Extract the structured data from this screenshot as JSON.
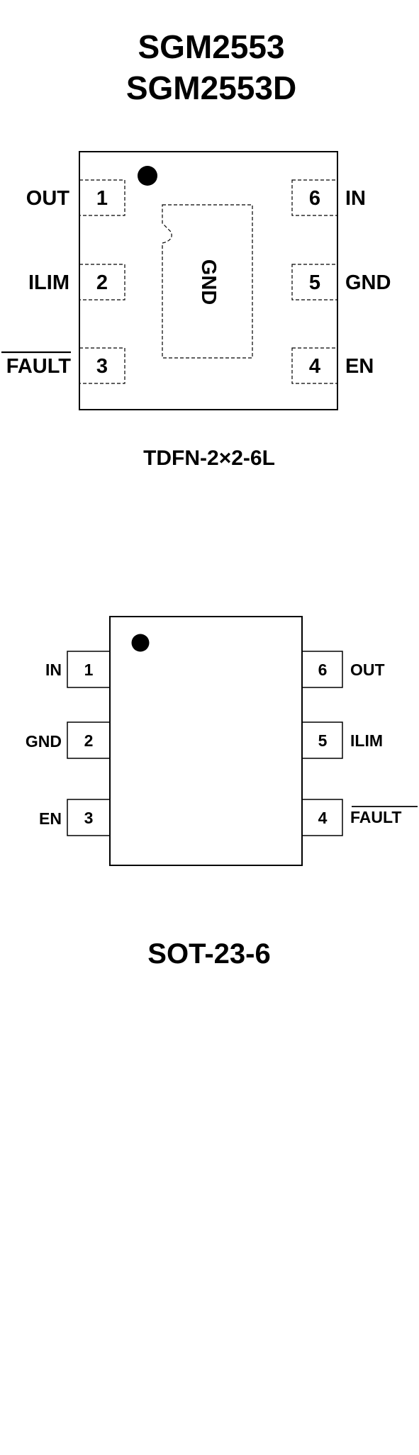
{
  "titles": [
    "SGM2553",
    "SGM2553D"
  ],
  "tdfn": {
    "package_label": "TDFN-2×2-6L",
    "exposed_pad_label": "GND",
    "pins": [
      {
        "num": "1",
        "label": "OUT"
      },
      {
        "num": "2",
        "label": "ILIM"
      },
      {
        "num": "3",
        "label": "FAULT",
        "overbar": true
      },
      {
        "num": "4",
        "label": "EN"
      },
      {
        "num": "5",
        "label": "GND"
      },
      {
        "num": "6",
        "label": "IN"
      }
    ]
  },
  "sot": {
    "package_label": "SOT-23-6",
    "pins": [
      {
        "num": "1",
        "label": "IN"
      },
      {
        "num": "2",
        "label": "GND"
      },
      {
        "num": "3",
        "label": "EN"
      },
      {
        "num": "4",
        "label": "FAULT",
        "overbar": true
      },
      {
        "num": "5",
        "label": "ILIM"
      },
      {
        "num": "6",
        "label": "OUT"
      }
    ]
  }
}
